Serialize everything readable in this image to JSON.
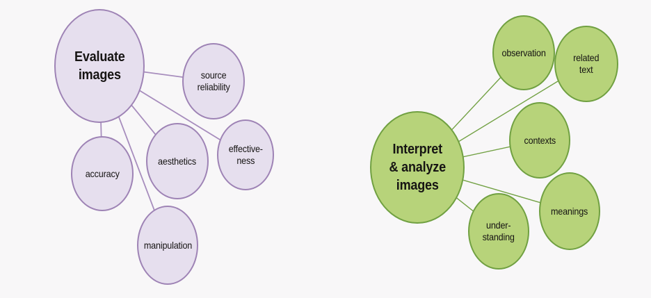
{
  "background_color": "#f8f7f8",
  "text_color": "#161413",
  "diagrams": [
    {
      "name": "evaluate-images",
      "theme": {
        "fill": "#e6dfee",
        "stroke": "#9e83b5",
        "connector": "#a78dbd"
      },
      "center": {
        "label": "Evaluate\nimages"
      },
      "satellites": [
        {
          "label": "source\nreliability"
        },
        {
          "label": "accuracy"
        },
        {
          "label": "aesthetics"
        },
        {
          "label": "effective-\nness"
        },
        {
          "label": "manipulation"
        }
      ]
    },
    {
      "name": "interpret-analyze-images",
      "theme": {
        "fill": "#b7d37a",
        "stroke": "#70a041",
        "connector": "#72a144"
      },
      "center": {
        "label": "Interpret\n& analyze\nimages"
      },
      "satellites": [
        {
          "label": "observation"
        },
        {
          "label": "related\ntext"
        },
        {
          "label": "contexts"
        },
        {
          "label": "meanings"
        },
        {
          "label": "under-\nstanding"
        }
      ]
    }
  ]
}
